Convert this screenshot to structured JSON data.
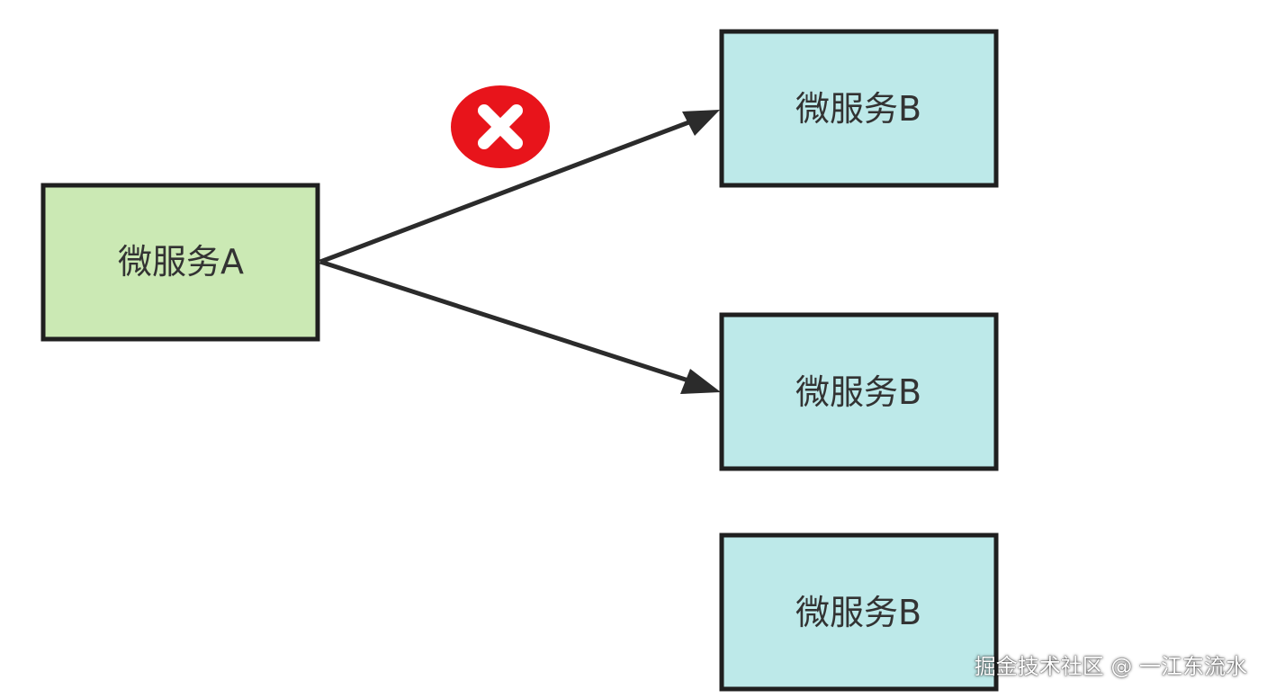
{
  "nodes": {
    "a": {
      "label": "微服务A",
      "fill": "#cbe9b4"
    },
    "b1": {
      "label": "微服务B",
      "fill": "#bde9e9"
    },
    "b2": {
      "label": "微服务B",
      "fill": "#bde9e9"
    },
    "b3": {
      "label": "微服务B",
      "fill": "#bde9e9"
    }
  },
  "edges": [
    {
      "from": "a",
      "to": "b1",
      "status": "failed"
    },
    {
      "from": "a",
      "to": "b2",
      "status": "ok"
    }
  ],
  "failure_marker": {
    "icon": "x-circle-icon",
    "color": "#e8141b"
  },
  "watermark": "掘金技术社区 @ 一江东流水"
}
